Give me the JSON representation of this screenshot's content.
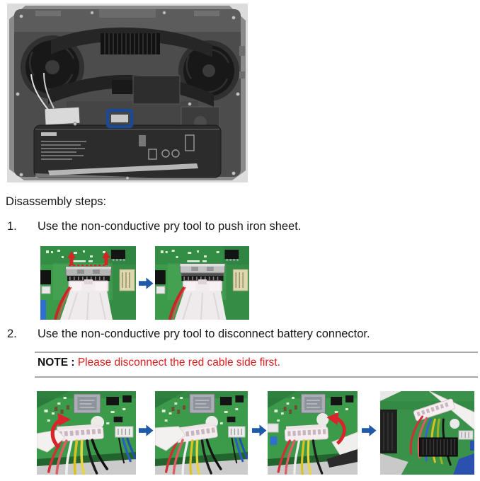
{
  "heading": "Disassembly steps:",
  "steps": [
    {
      "number": "1.",
      "text": "Use the non-conductive pry tool to push iron sheet."
    },
    {
      "number": "2.",
      "text": "Use the non-conductive pry tool to disconnect battery connector."
    }
  ],
  "note": {
    "label": "NOTE :",
    "text": "Please disconnect the red cable side first."
  },
  "colors": {
    "note_red": "#e01b1e",
    "arrow_blue": "#1f5aa8",
    "highlight_blue": "#1a4a96",
    "pcb_green": "#3c9a4b",
    "divider_gray": "#a8a8a8",
    "text": "#181818"
  },
  "figures": {
    "overview": "laptop-internal-view-with-battery-connector-highlight",
    "step1_sequence": [
      "pry-tool-push-iron-sheet",
      "iron-sheet-pushed"
    ],
    "step2_sequence": [
      "pry-red-cable-side",
      "red-side-released",
      "pry-other-side",
      "connector-disconnected"
    ]
  }
}
